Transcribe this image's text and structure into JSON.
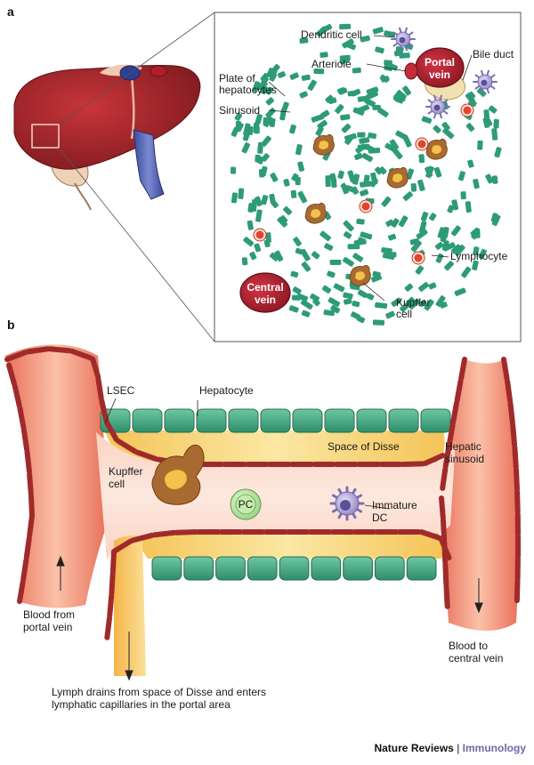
{
  "panel_a": {
    "letter": "a",
    "labels": {
      "dendritic_cell": "Dendritic cell",
      "arteriole": "Arteriole",
      "bile_duct": "Bile duct",
      "plate_line1": "Plate of",
      "plate_line2": "hepatocytes",
      "sinusoid": "Sinusoid",
      "portal_vein_line1": "Portal",
      "portal_vein_line2": "vein",
      "central_vein_line1": "Central",
      "central_vein_line2": "vein",
      "lymphocyte": "Lymphocyte",
      "kupffer_line1": "Kupffer",
      "kupffer_line2": "cell"
    }
  },
  "panel_b": {
    "letter": "b",
    "labels": {
      "lsec": "LSEC",
      "hepatocyte": "Hepatocyte",
      "space_of_disse": "Space of Disse",
      "hepatic_line1": "Hepatic",
      "hepatic_line2": "sinusoid",
      "kupffer_line1": "Kupffer",
      "kupffer_line2": "cell",
      "pc": "PC",
      "immature_line1": "Immature",
      "immature_line2": "DC",
      "blood_from_line1": "Blood from",
      "blood_from_line2": "portal vein",
      "blood_to_line1": "Blood to",
      "blood_to_line2": "central vein",
      "lymph_line1": "Lymph drains from space of Disse and enters",
      "lymph_line2": "lymphatic capillaries in the portal area"
    }
  },
  "footer": {
    "publisher": "Nature Reviews",
    "separator": "|",
    "journal": "Immunology"
  },
  "colors": {
    "hepatocyte_green": "#2e9b78",
    "liver_red": "#a8262a",
    "vessel_pink": "#f0a080",
    "endothelial_red": "#a02a2a",
    "disse_yellow": "#f6d878",
    "kupffer_brown": "#9a5a28"
  }
}
